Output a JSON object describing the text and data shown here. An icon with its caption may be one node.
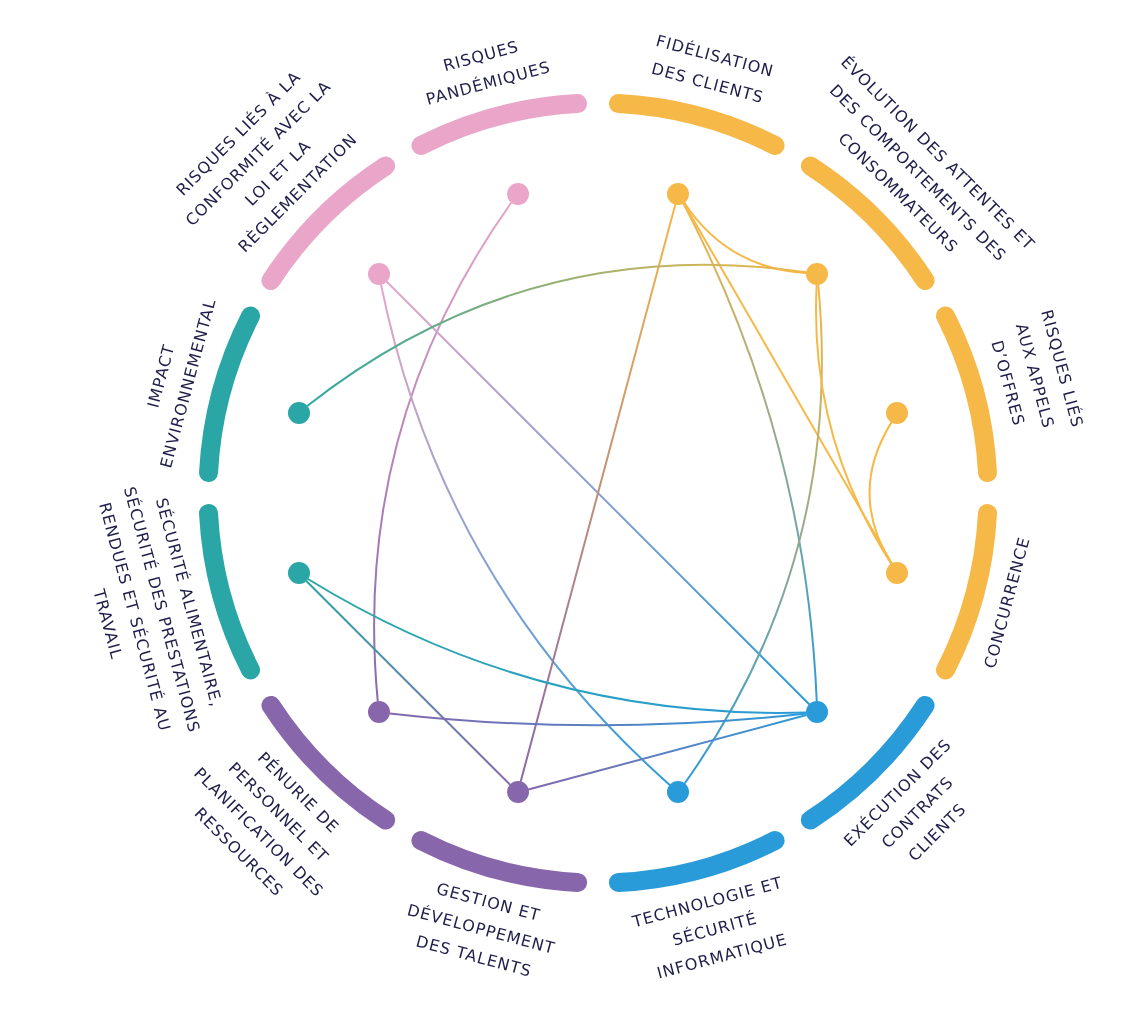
{
  "diagram": {
    "nodes": [
      {
        "text": [
          "FIDÉLISATION DES CLIENTS"
        ]
      },
      {
        "text": [
          "ÉVOLUTION DES ATTENTES ET DES COMPORTEMENTS DES CONSOMMATEURS"
        ]
      },
      {
        "text": [
          "RISQUES LIÉS AUX APPELS D’OFFRES"
        ]
      },
      {
        "text": [
          "CONCURRENCE"
        ]
      },
      {
        "text": [
          "EXÉCUTION DES CONTRATS CLIENTS"
        ]
      },
      {
        "text": [
          "TECHNOLOGIE ET SÉCURITÉ INFORMATIQUE"
        ]
      },
      {
        "text": [
          "GESTION ET DÉVELOPPEMENT DES TALENTS"
        ]
      },
      {
        "text": [
          "PÉNURIE DE PERSONNEL ET PLANIFICATION DES RESSOURCES"
        ]
      },
      {
        "text": [
          "SÉCURITÉ ALIMENTAIRE, SÉCURITÉ DES PRESTATIONS RENDUES ET SÉCURITÉ AU TRAVAIL"
        ]
      },
      {
        "text": [
          "IMPACT ENVIRONNEMENTAL"
        ]
      },
      {
        "text": [
          "RISQUES LIÉS À LA CONFORMITÉ AVEC LA LOI ET LA RÈGLEMENTATION"
        ]
      },
      {
        "text": [
          "RISQUES PANDÉMIQUES"
        ]
      },
      {
        "text": [],
        "shape": "circle"
      },
      {
        "text": [],
        "shape": "circle"
      },
      {
        "text": [],
        "shape": "circle"
      },
      {
        "text": [],
        "shape": "circle"
      },
      {
        "text": [],
        "shape": "circle"
      },
      {
        "text": [],
        "shape": "circle"
      },
      {
        "text": [],
        "shape": "circle"
      },
      {
        "text": [],
        "shape": "circle"
      },
      {
        "text": [],
        "shape": "circle"
      },
      {
        "text": [],
        "shape": "circle"
      },
      {
        "text": [],
        "shape": "circle"
      },
      {
        "text": [],
        "shape": "circle"
      }
    ],
    "edges": [
      {
        "from": 23,
        "to": 19,
        "arrow": "none"
      },
      {
        "from": 22,
        "to": 17,
        "arrow": "none"
      },
      {
        "from": 22,
        "to": 16,
        "arrow": "none"
      },
      {
        "from": 12,
        "to": 18,
        "arrow": "none"
      },
      {
        "from": 12,
        "to": 13,
        "arrow": "none"
      },
      {
        "from": 12,
        "to": 16,
        "arrow": "none"
      },
      {
        "from": 12,
        "to": 15,
        "arrow": "none"
      },
      {
        "from": 13,
        "to": 21,
        "arrow": "none"
      },
      {
        "from": 13,
        "to": 17,
        "arrow": "none"
      },
      {
        "from": 13,
        "to": 15,
        "arrow": "none"
      },
      {
        "from": 14,
        "to": 15,
        "arrow": "none"
      },
      {
        "from": 20,
        "to": 16,
        "arrow": "none"
      },
      {
        "from": 20,
        "to": 18,
        "arrow": "none"
      },
      {
        "from": 19,
        "to": 16,
        "arrow": "none"
      },
      {
        "from": 18,
        "to": 16,
        "arrow": "none"
      }
    ]
  }
}
